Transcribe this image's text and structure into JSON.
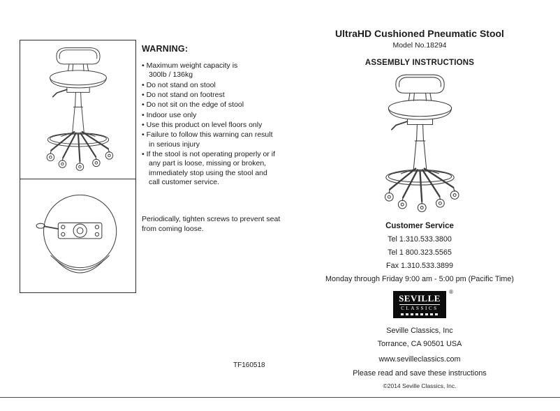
{
  "page": {
    "document_code": "TF160518"
  },
  "warning": {
    "heading": "WARNING:",
    "items": [
      "Maximum weight capacity is\n300lb / 136kg",
      "Do not stand on stool",
      "Do not stand on footrest",
      "Do not sit on the edge of stool",
      "Indoor use only",
      "Use this product on level floors only",
      "Failure to follow this warning can result\nin serious injury",
      "If the stool is not operating properly or if\nany part is loose, missing or broken,\nimmediately stop using the stool and\ncall customer service."
    ],
    "note": "Periodically, tighten screws to prevent seat\nfrom coming loose."
  },
  "product": {
    "title": "UltraHD Cushioned Pneumatic Stool",
    "model": "Model No.18294",
    "subtitle": "ASSEMBLY INSTRUCTIONS"
  },
  "customer_service": {
    "heading": "Customer Service",
    "tel1": "Tel 1.310.533.3800",
    "tel2": "Tel 1 800.323.5565",
    "fax": "Fax 1.310.533.3899",
    "hours": "Monday through Friday 9:00 am - 5:00 pm (Pacific Time)"
  },
  "company": {
    "logo_line1": "SEVILLE",
    "logo_line2": "CLASSICS",
    "logo_reg": "®",
    "name": "Seville Classics, Inc",
    "address": "Torrance, CA 90501 USA",
    "website": "www.sevilleclassics.com",
    "save_note": "Please read and save these instructions",
    "copyright": "©2014 Seville Classics, Inc."
  },
  "colors": {
    "line_art": "#3f3f3f",
    "logo_bg": "#0d0d0d"
  }
}
